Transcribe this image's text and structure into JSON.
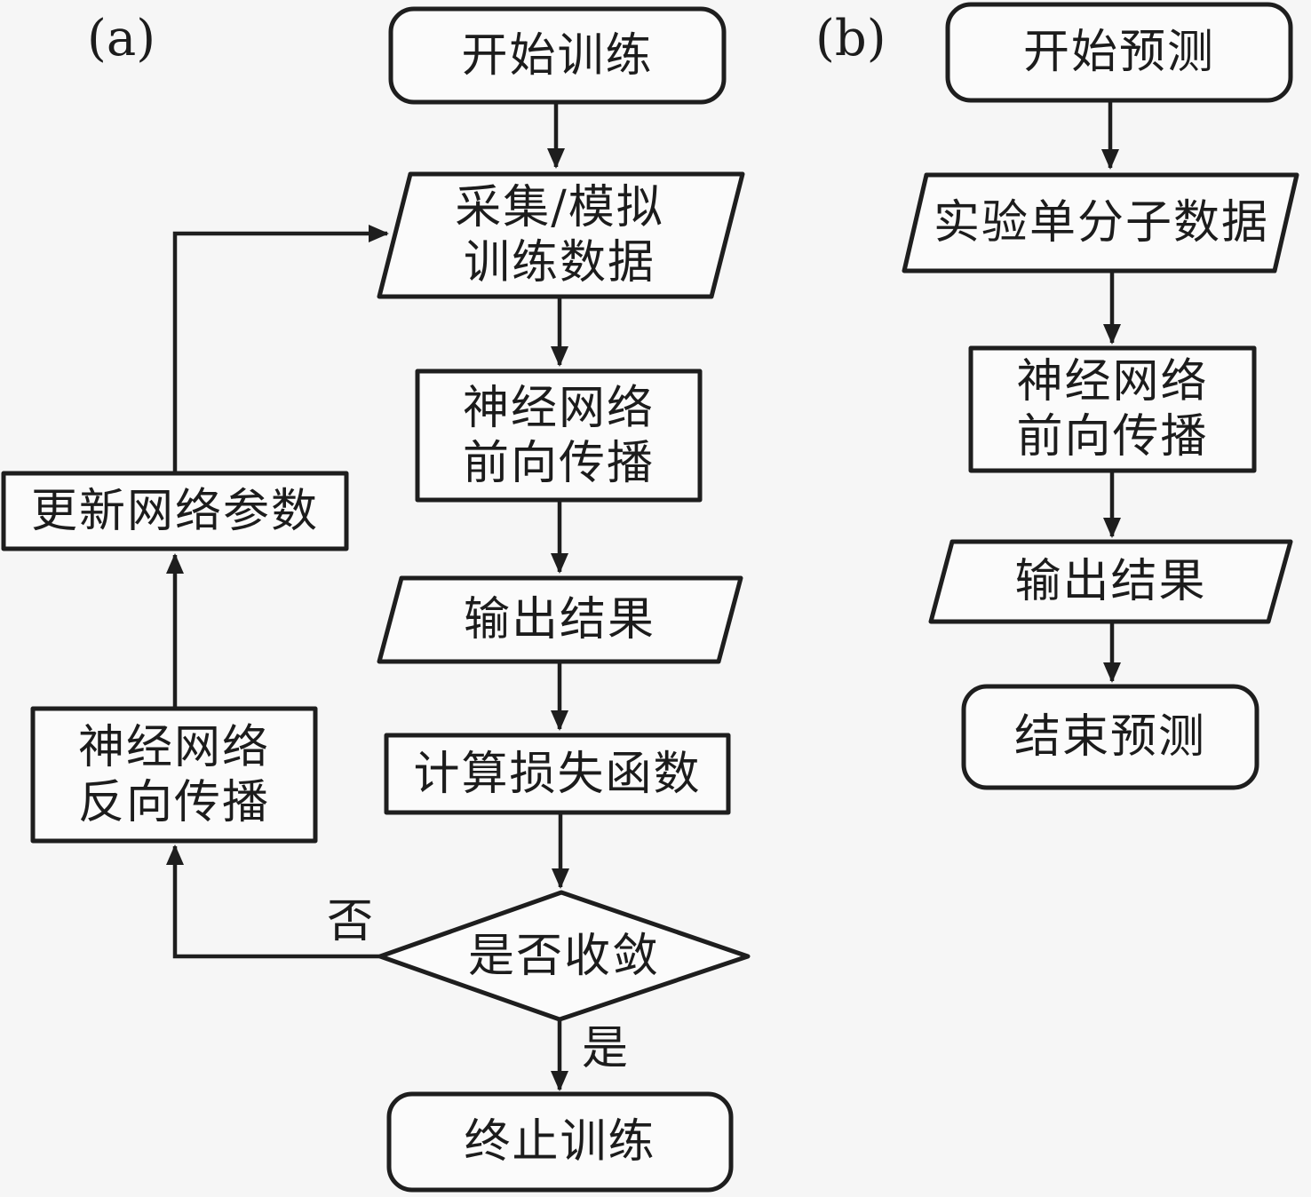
{
  "figure": {
    "colors": {
      "background": "#f6f6f6",
      "stroke": "#1e1e1e",
      "node_fill": "#fbfbfb"
    },
    "panel_a": {
      "label": "(a)",
      "nodes": {
        "start": {
          "shape": "rounded-rect",
          "text": "开始训练"
        },
        "collect": {
          "shape": "parallelogram",
          "line1": "采集/模拟",
          "line2": "训练数据"
        },
        "forward": {
          "shape": "rect",
          "line1": "神经网络",
          "line2": "前向传播"
        },
        "output": {
          "shape": "parallelogram",
          "text": "输出结果"
        },
        "loss": {
          "shape": "rect",
          "text": "计算损失函数"
        },
        "decision": {
          "shape": "diamond",
          "text": "是否收敛"
        },
        "end": {
          "shape": "rounded-rect",
          "text": "终止训练"
        },
        "update": {
          "shape": "rect",
          "text": "更新网络参数"
        },
        "backward": {
          "shape": "rect",
          "line1": "神经网络",
          "line2": "反向传播"
        }
      },
      "edge_labels": {
        "yes": "是",
        "no": "否"
      }
    },
    "panel_b": {
      "label": "(b)",
      "nodes": {
        "start": {
          "shape": "rounded-rect",
          "text": "开始预测"
        },
        "input": {
          "shape": "parallelogram",
          "text": "实验单分子数据"
        },
        "forward": {
          "shape": "rect",
          "line1": "神经网络",
          "line2": "前向传播"
        },
        "output": {
          "shape": "parallelogram",
          "text": "输出结果"
        },
        "end": {
          "shape": "rounded-rect",
          "text": "结束预测"
        }
      }
    }
  }
}
